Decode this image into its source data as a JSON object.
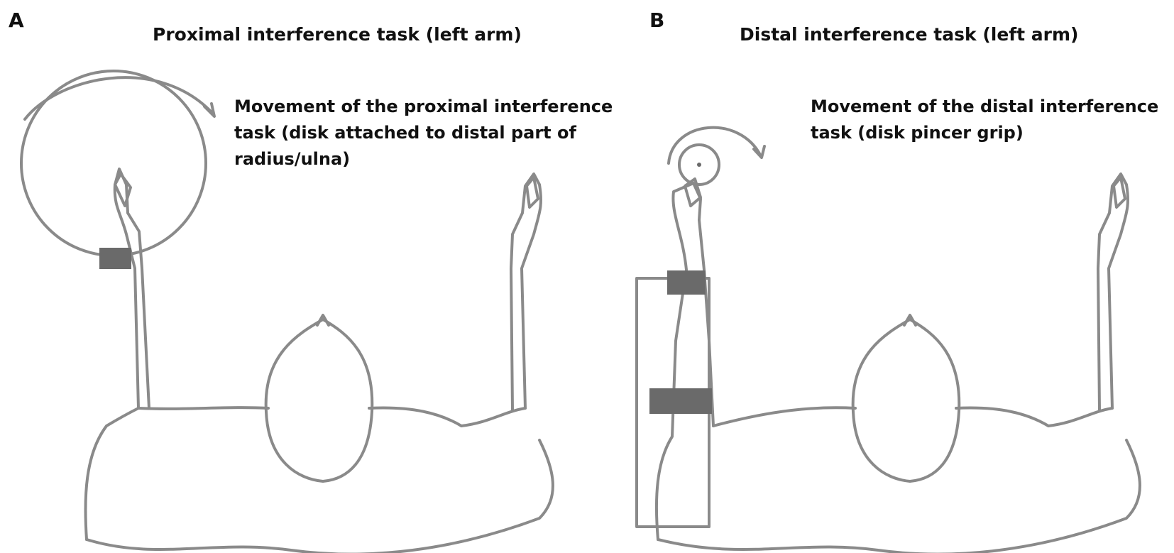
{
  "panel_a": {
    "letter": "A",
    "title": "Proximal interference task (left arm)",
    "annotation_lines": [
      "Movement of the proximal interference",
      "task (disk attached to distal part of",
      "radius/ulna)"
    ]
  },
  "panel_b": {
    "letter": "B",
    "title": "Distal interference task (left arm)",
    "annotation_lines": [
      "Movement of the distal interference",
      "task (disk pincer grip)"
    ]
  },
  "colors": {
    "line": "#8a8a8a",
    "band": "#6a6a6a",
    "text": "#111111"
  }
}
